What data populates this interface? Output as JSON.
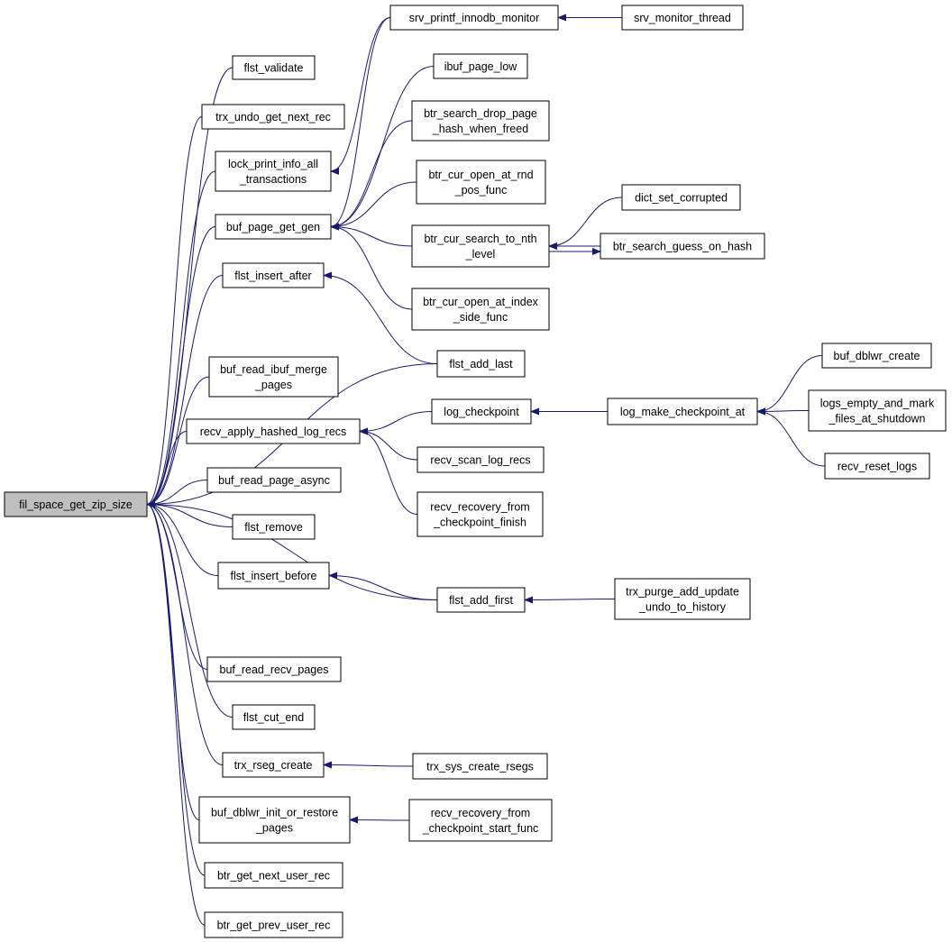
{
  "colors": {
    "edge": "#191970",
    "node_fill": "#ffffff",
    "root_fill": "#bfbfbf",
    "border": "#000000"
  },
  "nodes": [
    {
      "id": "root",
      "lines": [
        "fil_space_get_zip_size"
      ],
      "root": true
    },
    {
      "id": "flst_validate",
      "lines": [
        "flst_validate"
      ]
    },
    {
      "id": "trx_undo_get_next_rec",
      "lines": [
        "trx_undo_get_next_rec"
      ]
    },
    {
      "id": "lock_print",
      "lines": [
        "lock_print_info_all",
        "_transactions"
      ]
    },
    {
      "id": "buf_page_get_gen",
      "lines": [
        "buf_page_get_gen"
      ]
    },
    {
      "id": "flst_insert_after",
      "lines": [
        "flst_insert_after"
      ]
    },
    {
      "id": "buf_read_ibuf",
      "lines": [
        "buf_read_ibuf_merge",
        "_pages"
      ]
    },
    {
      "id": "recv_apply",
      "lines": [
        "recv_apply_hashed_log_recs"
      ]
    },
    {
      "id": "buf_read_page_async",
      "lines": [
        "buf_read_page_async"
      ]
    },
    {
      "id": "flst_remove",
      "lines": [
        "flst_remove"
      ]
    },
    {
      "id": "flst_insert_before",
      "lines": [
        "flst_insert_before"
      ]
    },
    {
      "id": "buf_read_recv_pages",
      "lines": [
        "buf_read_recv_pages"
      ]
    },
    {
      "id": "flst_cut_end",
      "lines": [
        "flst_cut_end"
      ]
    },
    {
      "id": "trx_rseg_create",
      "lines": [
        "trx_rseg_create"
      ]
    },
    {
      "id": "buf_dblwr_init",
      "lines": [
        "buf_dblwr_init_or_restore",
        "_pages"
      ]
    },
    {
      "id": "btr_get_next",
      "lines": [
        "btr_get_next_user_rec"
      ]
    },
    {
      "id": "btr_get_prev",
      "lines": [
        "btr_get_prev_user_rec"
      ]
    },
    {
      "id": "srv_printf",
      "lines": [
        "srv_printf_innodb_monitor"
      ]
    },
    {
      "id": "ibuf_page_low",
      "lines": [
        "ibuf_page_low"
      ]
    },
    {
      "id": "btr_search_drop",
      "lines": [
        "btr_search_drop_page",
        "_hash_when_freed"
      ]
    },
    {
      "id": "btr_cur_open_rnd",
      "lines": [
        "btr_cur_open_at_rnd",
        "_pos_func"
      ]
    },
    {
      "id": "btr_cur_search",
      "lines": [
        "btr_cur_search_to_nth",
        "_level"
      ]
    },
    {
      "id": "btr_cur_open_index",
      "lines": [
        "btr_cur_open_at_index",
        "_side_func"
      ]
    },
    {
      "id": "flst_add_last",
      "lines": [
        "flst_add_last"
      ]
    },
    {
      "id": "log_checkpoint",
      "lines": [
        "log_checkpoint"
      ]
    },
    {
      "id": "recv_scan",
      "lines": [
        "recv_scan_log_recs"
      ]
    },
    {
      "id": "recv_recovery_finish",
      "lines": [
        "recv_recovery_from",
        "_checkpoint_finish"
      ]
    },
    {
      "id": "flst_add_first",
      "lines": [
        "flst_add_first"
      ]
    },
    {
      "id": "trx_sys_create_rsegs",
      "lines": [
        "trx_sys_create_rsegs"
      ]
    },
    {
      "id": "recv_recovery_start",
      "lines": [
        "recv_recovery_from",
        "_checkpoint_start_func"
      ]
    },
    {
      "id": "srv_monitor_thread",
      "lines": [
        "srv_monitor_thread"
      ]
    },
    {
      "id": "dict_set_corrupted",
      "lines": [
        "dict_set_corrupted"
      ]
    },
    {
      "id": "btr_search_guess",
      "lines": [
        "btr_search_guess_on_hash"
      ]
    },
    {
      "id": "log_make_checkpoint",
      "lines": [
        "log_make_checkpoint_at"
      ]
    },
    {
      "id": "trx_purge_add",
      "lines": [
        "trx_purge_add_update",
        "_undo_to_history"
      ]
    },
    {
      "id": "buf_dblwr_create",
      "lines": [
        "buf_dblwr_create"
      ]
    },
    {
      "id": "logs_empty",
      "lines": [
        "logs_empty_and_mark",
        "_files_at_shutdown"
      ]
    },
    {
      "id": "recv_reset_logs",
      "lines": [
        "recv_reset_logs"
      ]
    }
  ],
  "edges": [
    [
      "flst_validate",
      "root"
    ],
    [
      "trx_undo_get_next_rec",
      "root"
    ],
    [
      "lock_print",
      "root"
    ],
    [
      "buf_page_get_gen",
      "root"
    ],
    [
      "flst_insert_after",
      "root"
    ],
    [
      "flst_add_last",
      "root"
    ],
    [
      "buf_read_ibuf",
      "root"
    ],
    [
      "recv_apply",
      "root"
    ],
    [
      "buf_read_page_async",
      "root"
    ],
    [
      "flst_remove",
      "root"
    ],
    [
      "flst_insert_before",
      "root"
    ],
    [
      "flst_add_first",
      "root"
    ],
    [
      "buf_read_recv_pages",
      "root"
    ],
    [
      "flst_cut_end",
      "root"
    ],
    [
      "trx_rseg_create",
      "root"
    ],
    [
      "buf_dblwr_init",
      "root"
    ],
    [
      "btr_get_next",
      "root"
    ],
    [
      "btr_get_prev",
      "root"
    ],
    [
      "srv_printf",
      "lock_print"
    ],
    [
      "srv_monitor_thread",
      "srv_printf"
    ],
    [
      "ibuf_page_low",
      "buf_page_get_gen"
    ],
    [
      "btr_search_drop",
      "buf_page_get_gen"
    ],
    [
      "btr_cur_open_rnd",
      "buf_page_get_gen"
    ],
    [
      "btr_cur_search",
      "buf_page_get_gen"
    ],
    [
      "btr_cur_open_index",
      "buf_page_get_gen"
    ],
    [
      "srv_printf",
      "buf_page_get_gen"
    ],
    [
      "dict_set_corrupted",
      "btr_cur_search"
    ],
    [
      "btr_search_guess",
      "btr_cur_search"
    ],
    [
      "btr_cur_search",
      "btr_search_guess"
    ],
    [
      "flst_add_last",
      "flst_insert_after"
    ],
    [
      "log_checkpoint",
      "recv_apply"
    ],
    [
      "recv_scan",
      "recv_apply"
    ],
    [
      "recv_recovery_finish",
      "recv_apply"
    ],
    [
      "log_make_checkpoint",
      "log_checkpoint"
    ],
    [
      "buf_dblwr_create",
      "log_make_checkpoint"
    ],
    [
      "logs_empty",
      "log_make_checkpoint"
    ],
    [
      "recv_reset_logs",
      "log_make_checkpoint"
    ],
    [
      "flst_add_first",
      "flst_insert_before"
    ],
    [
      "trx_purge_add",
      "flst_add_first"
    ],
    [
      "trx_sys_create_rsegs",
      "trx_rseg_create"
    ],
    [
      "recv_recovery_start",
      "buf_dblwr_init"
    ]
  ]
}
